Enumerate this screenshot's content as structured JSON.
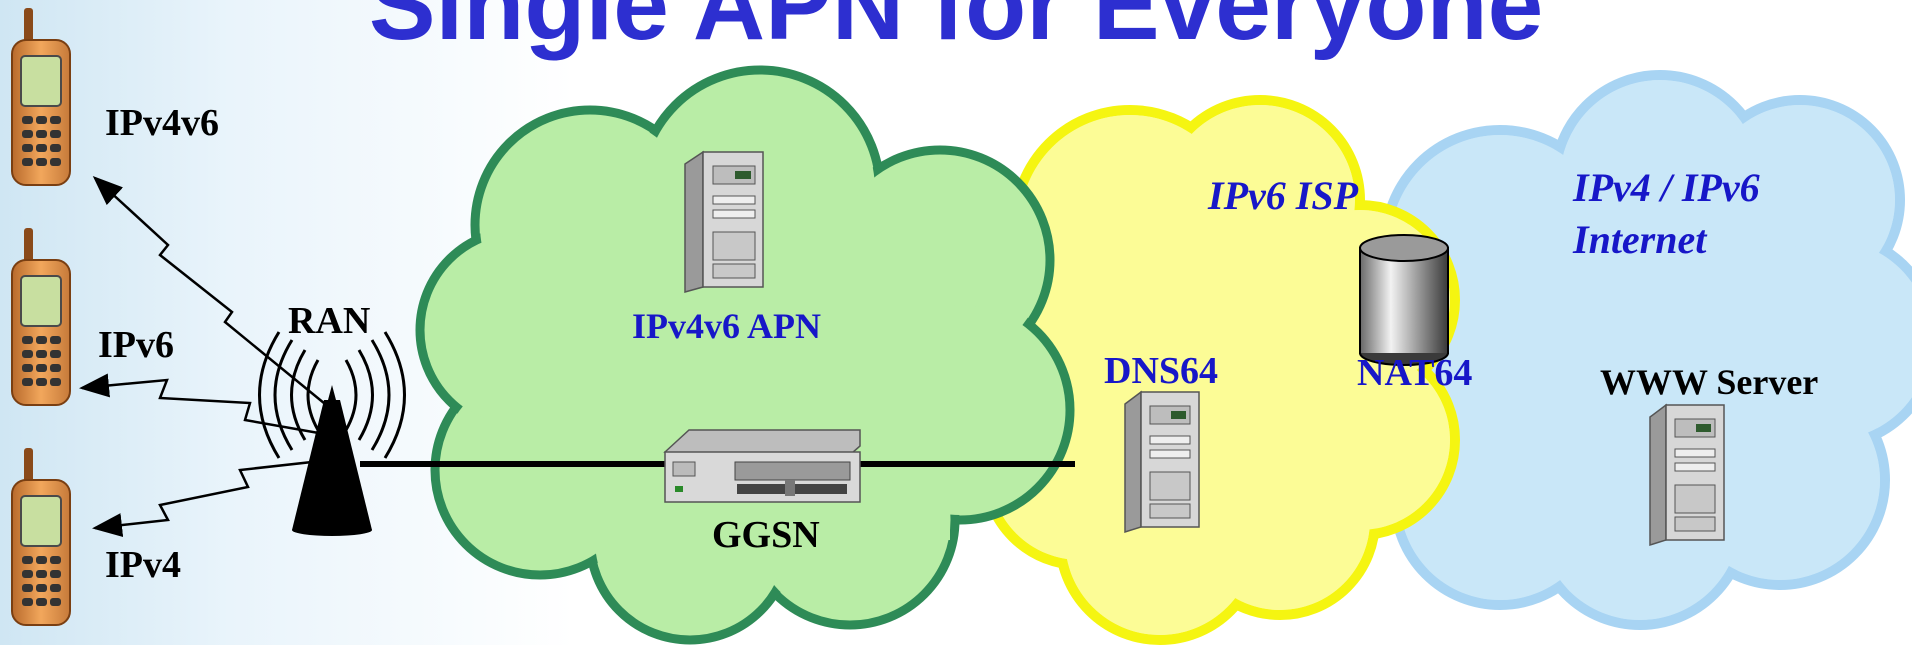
{
  "title": "Single APN for Everyone",
  "phones": [
    {
      "label": "IPv4v6",
      "icon": "mobile-phone-icon"
    },
    {
      "label": "IPv6",
      "icon": "mobile-phone-icon"
    },
    {
      "label": "IPv4",
      "icon": "mobile-phone-icon"
    }
  ],
  "ran": {
    "label": "RAN",
    "icon": "radio-tower-icon"
  },
  "apn_cloud": {
    "label": "IPv4v6 APN",
    "server_icon": "server-icon",
    "gateway_label": "GGSN",
    "gateway_icon": "gateway-router-icon",
    "color": "#b9eda6",
    "border": "#2e8b57"
  },
  "isp_cloud": {
    "title": "IPv6 ISP",
    "dns_label": "DNS64",
    "nat_label": "NAT64",
    "nat_icon": "database-cylinder-icon",
    "server_icon": "server-icon",
    "color": "#fcfc96",
    "border": "#f5f511"
  },
  "internet_cloud": {
    "title_line1": "IPv4 / IPv6",
    "title_line2": "Internet",
    "server_label": "WWW Server",
    "server_icon": "server-icon",
    "color": "#c9e7f8",
    "border": "#a8d4f3"
  },
  "colors": {
    "title": "#2d2fd0",
    "label_blue": "#1717c8"
  }
}
